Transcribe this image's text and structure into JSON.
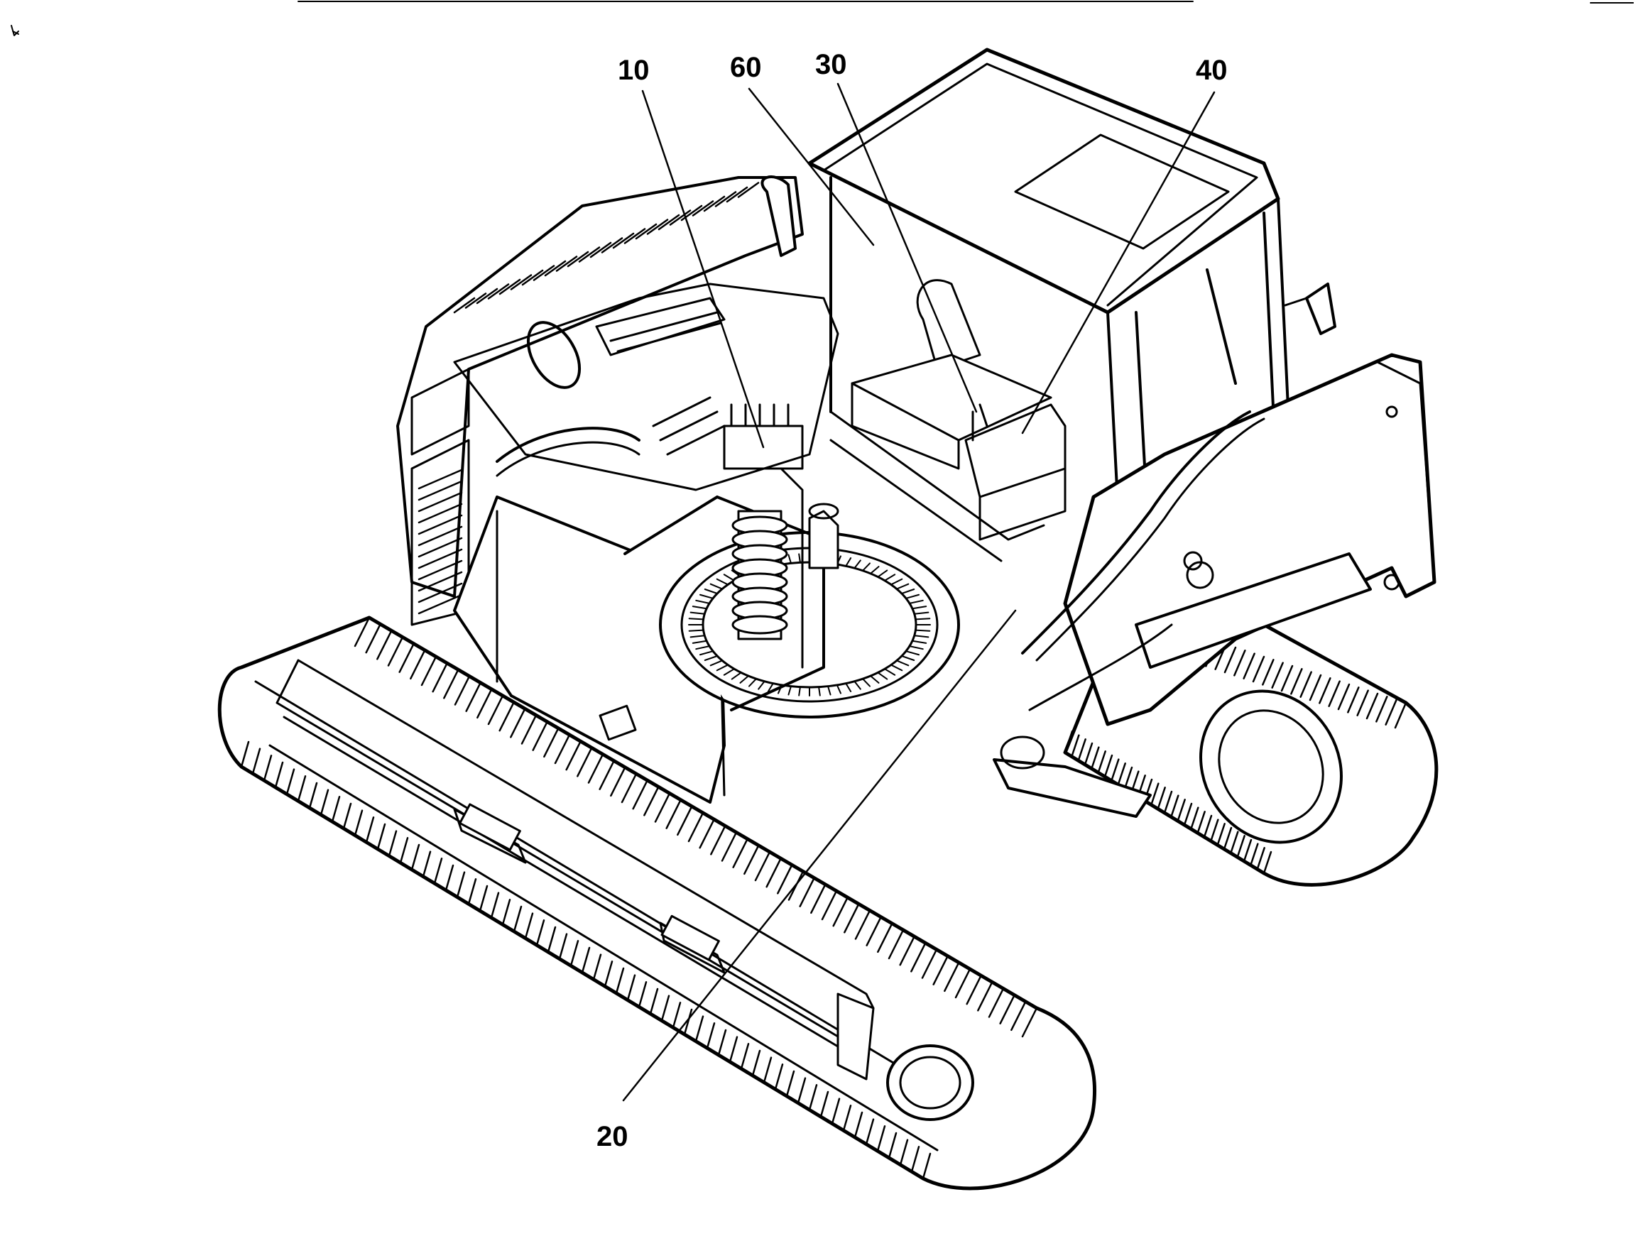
{
  "diagram": {
    "callouts": [
      {
        "id": "callout-10",
        "label": "10"
      },
      {
        "id": "callout-60",
        "label": "60"
      },
      {
        "id": "callout-30",
        "label": "30"
      },
      {
        "id": "callout-40",
        "label": "40"
      },
      {
        "id": "callout-20",
        "label": "20"
      }
    ],
    "line_color": "#000000",
    "background_color": "#ffffff"
  }
}
